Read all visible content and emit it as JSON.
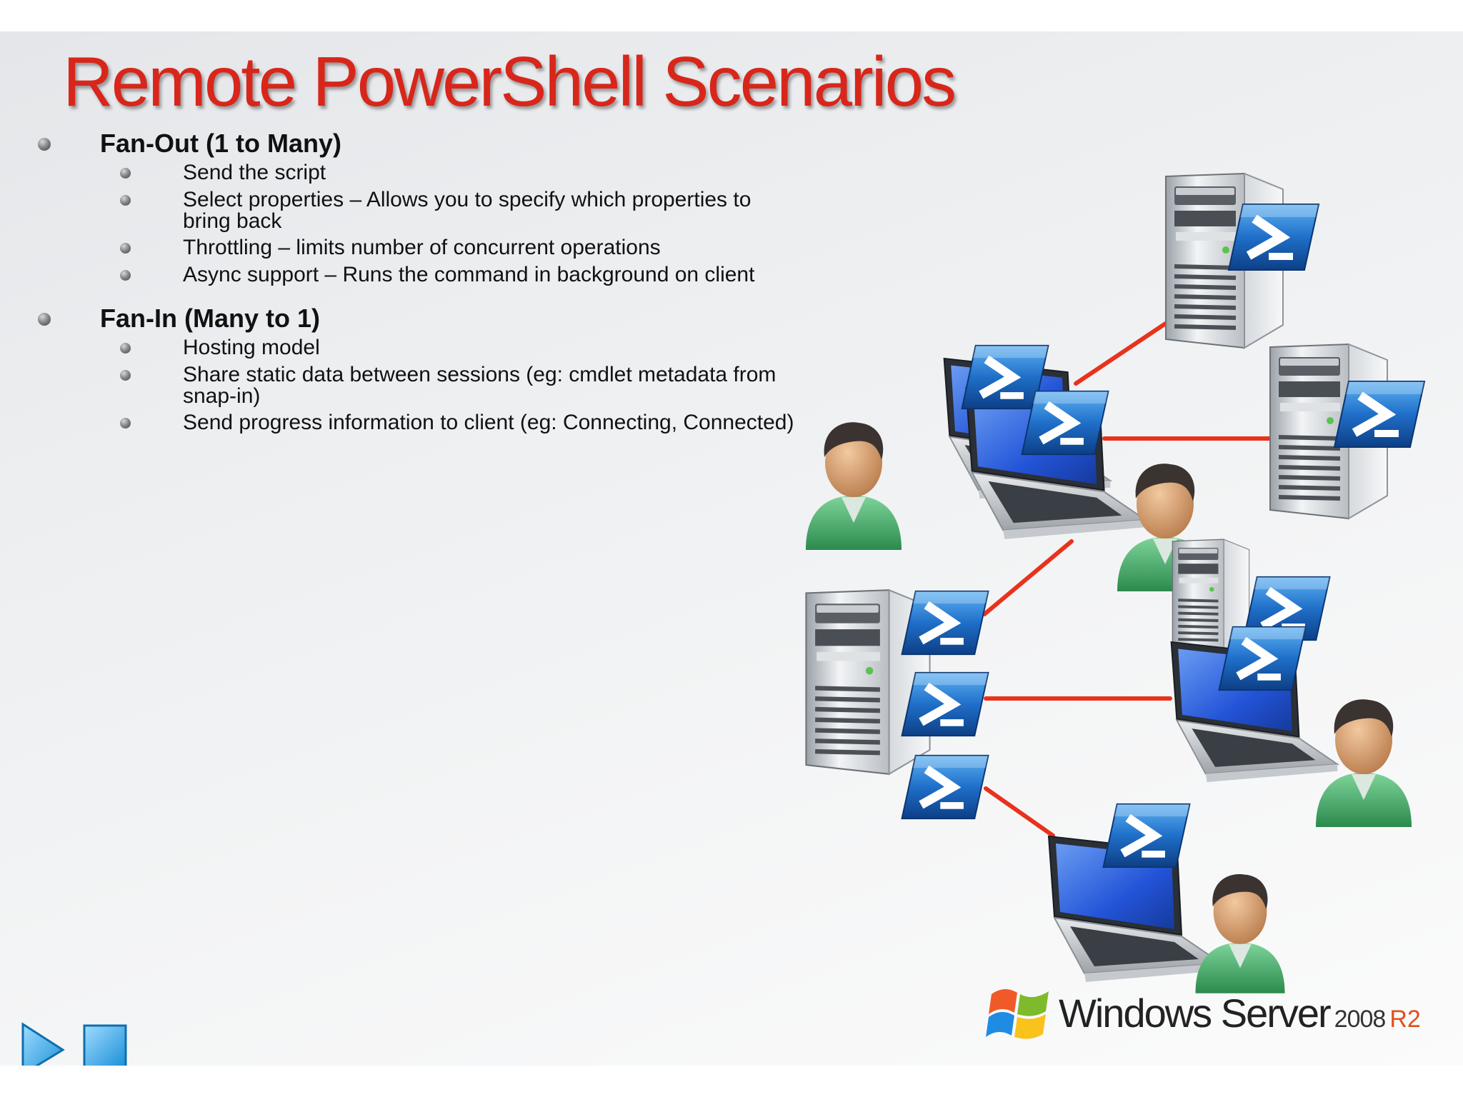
{
  "title": "Remote PowerShell Scenarios",
  "sections": [
    {
      "heading": "Fan-Out (1 to Many)",
      "items": [
        "Send the script",
        "Select properties – Allows you to specify which properties to bring back",
        "Throttling – limits number of concurrent operations",
        "Async support – Runs the command in background on client"
      ]
    },
    {
      "heading": "Fan-In (Many to 1)",
      "items": [
        "Hosting model",
        "Share static data between sessions (eg: cmdlet metadata from snap-in)",
        "Send progress information to client (eg: Connecting, Connected)"
      ]
    }
  ],
  "logo": {
    "brand": "Windows Server",
    "version": "2008",
    "edition": "R2"
  },
  "icons": {
    "powershell": "powershell-icon",
    "server": "server-icon",
    "laptop": "laptop-icon",
    "user": "user-icon",
    "windows_flag": "windows-flag-icon",
    "play": "play-icon",
    "stop": "stop-icon"
  },
  "colors": {
    "title": "#d8261a",
    "connector": "#e8321c",
    "powershell_blue": "#1f6fc9",
    "logo_r2": "#e0501c"
  }
}
